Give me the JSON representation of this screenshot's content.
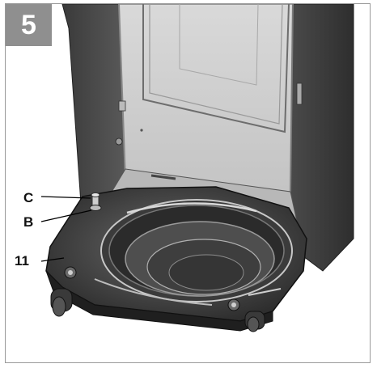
{
  "step": {
    "number": "5"
  },
  "callouts": [
    {
      "id": "C",
      "label": "C"
    },
    {
      "id": "B",
      "label": "B"
    },
    {
      "id": "11",
      "label": "11"
    }
  ]
}
